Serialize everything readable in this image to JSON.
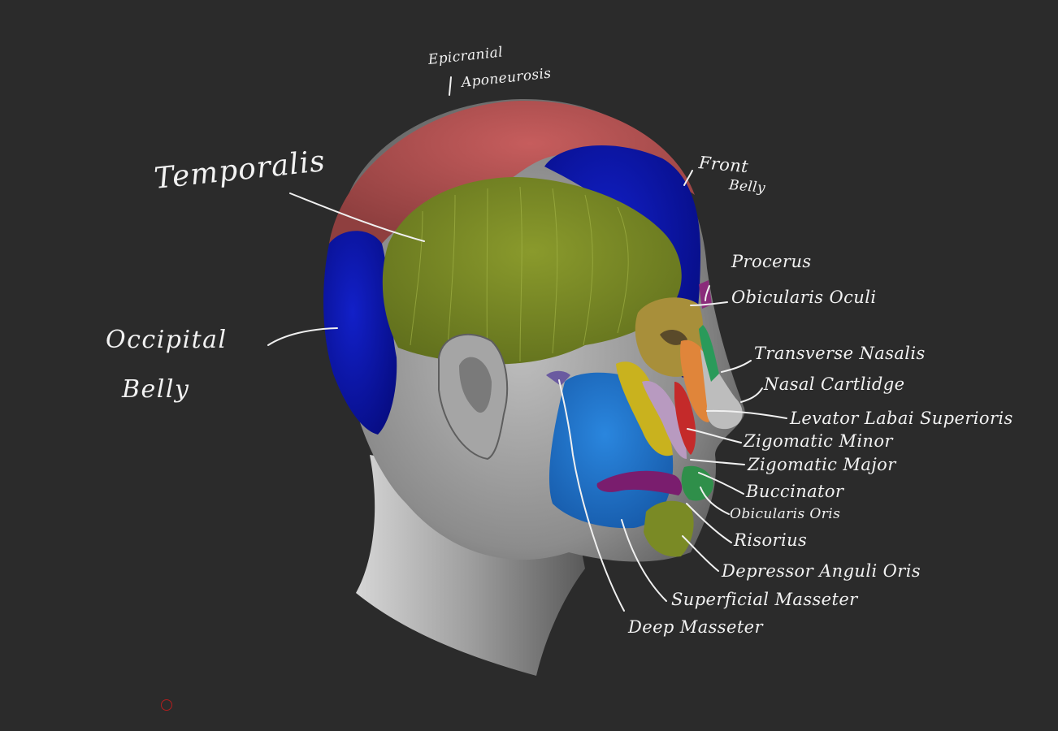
{
  "diagram": {
    "background": "#2b2b2b",
    "head_base": "#9a9a9a",
    "labels": {
      "epicranial": "Epicranial",
      "aponeurosis": "Aponeurosis",
      "temporalis": "Temporalis",
      "frontal_belly_1": "Front",
      "frontal_belly_2": "Belly",
      "occipital_1": "Occipital",
      "occipital_2": "Belly",
      "procerus": "Procerus",
      "orbicularis_oculi": "Obicularis Oculi",
      "transverse_nasalis": "Transverse Nasalis",
      "nasal_cartilage": "Nasal Cartlidge",
      "levator_labii": "Levator Labai Superioris",
      "zygomatic_minor": "Zigomatic Minor",
      "zygomatic_major": "Zigomatic Major",
      "buccinator": "Buccinator",
      "orbicularis_oris": "Obicularis Oris",
      "risorius": "Risorius",
      "depressor": "Depressor Anguli Oris",
      "superficial_masseter": "Superficial Masseter",
      "deep_masseter": "Deep Masseter"
    },
    "muscle_colors": {
      "epicranial_aponeurosis": "#b34f4f",
      "temporalis": "#7a8a25",
      "frontal_belly": "#0a0fa8",
      "occipital_belly": "#0b12a0",
      "masseter": "#1f6fc4",
      "zygomatic": "#c9b21e",
      "buccinator": "#7a1d6e",
      "orbicularis_oris": "#2f8f4a",
      "nasal": "#e0853a",
      "levator": "#c42a2a",
      "procerus": "#8a2b7a",
      "orbicularis_oculi": "#a88f3a"
    }
  }
}
